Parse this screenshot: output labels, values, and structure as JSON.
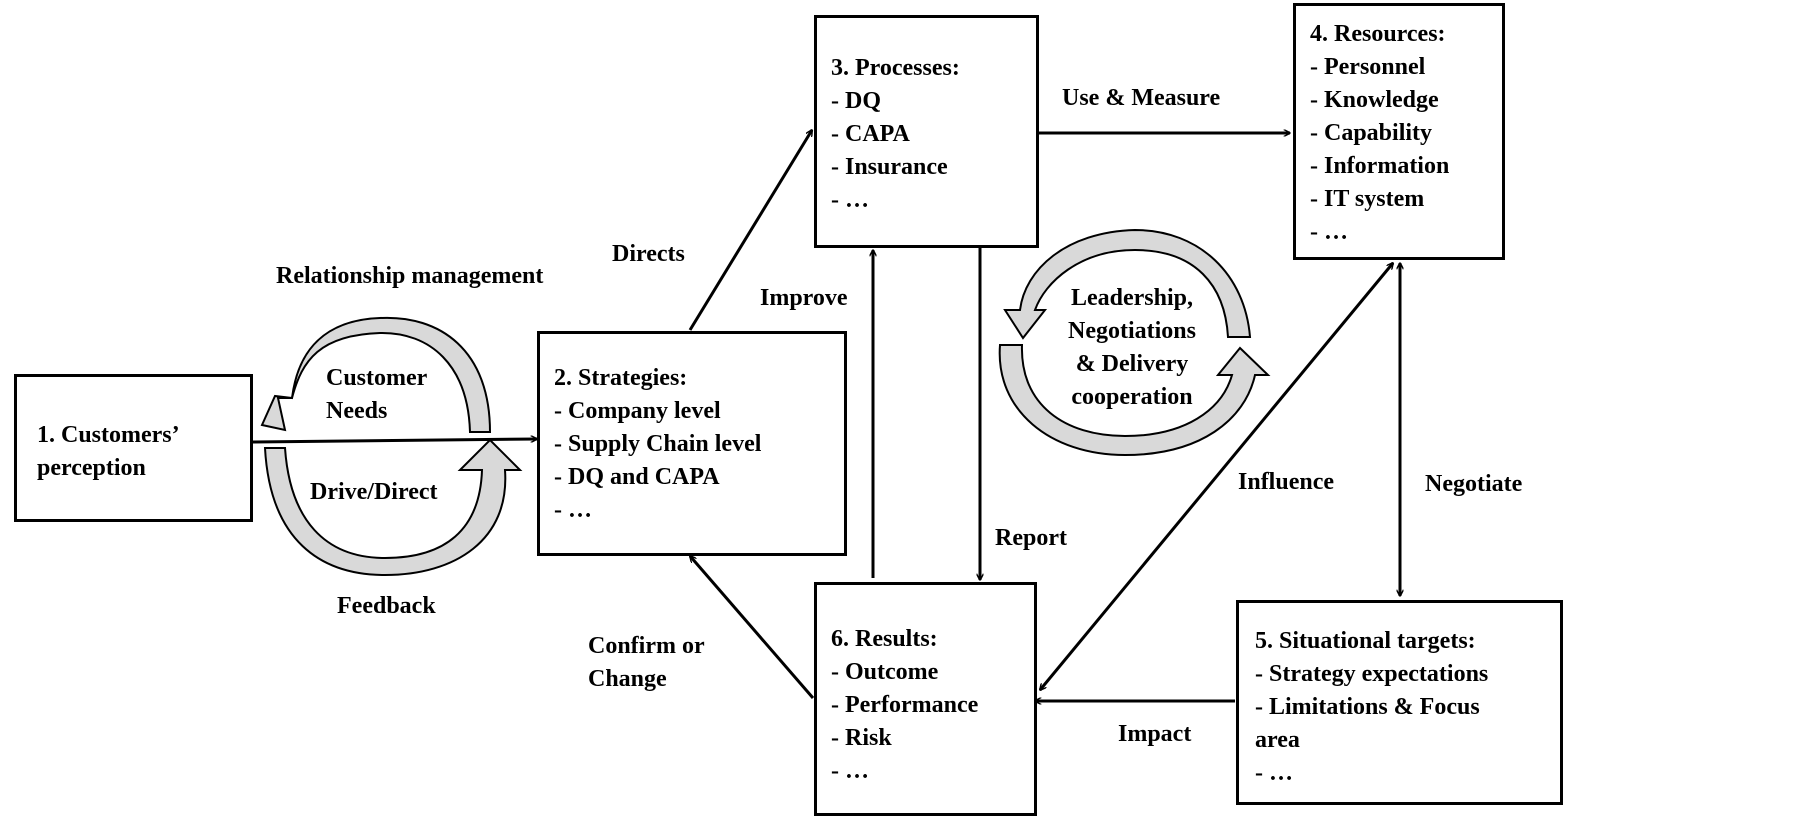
{
  "boxes": {
    "customers": {
      "lines": [
        "1. Customers’",
        "perception"
      ]
    },
    "strategies": {
      "title": "2. Strategies:",
      "items": [
        "- Company level",
        "- Supply Chain  level",
        "- DQ and CAPA",
        "- …"
      ]
    },
    "processes": {
      "title": "3. Processes:",
      "items": [
        "- DQ",
        "- CAPA",
        "- Insurance",
        "- …"
      ]
    },
    "resources": {
      "title": "4. Resources:",
      "items": [
        "- Personnel",
        "- Knowledge",
        "- Capability",
        "- Information",
        "- IT system",
        "- …"
      ]
    },
    "targets": {
      "title": "5. Situational targets:",
      "items": [
        "- Strategy expectations",
        "- Limitations & Focus",
        "area",
        "- …"
      ]
    },
    "results": {
      "title": "6. Results:",
      "items": [
        "- Outcome",
        "- Performance",
        "- Risk",
        "- …"
      ]
    }
  },
  "labels": {
    "relationship": "Relationship management",
    "customer_needs": [
      "Customer",
      "Needs"
    ],
    "drive_direct": "Drive/Direct",
    "feedback": "Feedback",
    "directs": "Directs",
    "improve": "Improve",
    "use_measure": "Use & Measure",
    "leadership": [
      "Leadership,",
      "Negotiations",
      "& Delivery",
      "cooperation"
    ],
    "report": "Report",
    "influence": "Influence",
    "negotiate": "Negotiate",
    "confirm_change": [
      "Confirm or",
      "Change"
    ],
    "impact": "Impact"
  }
}
